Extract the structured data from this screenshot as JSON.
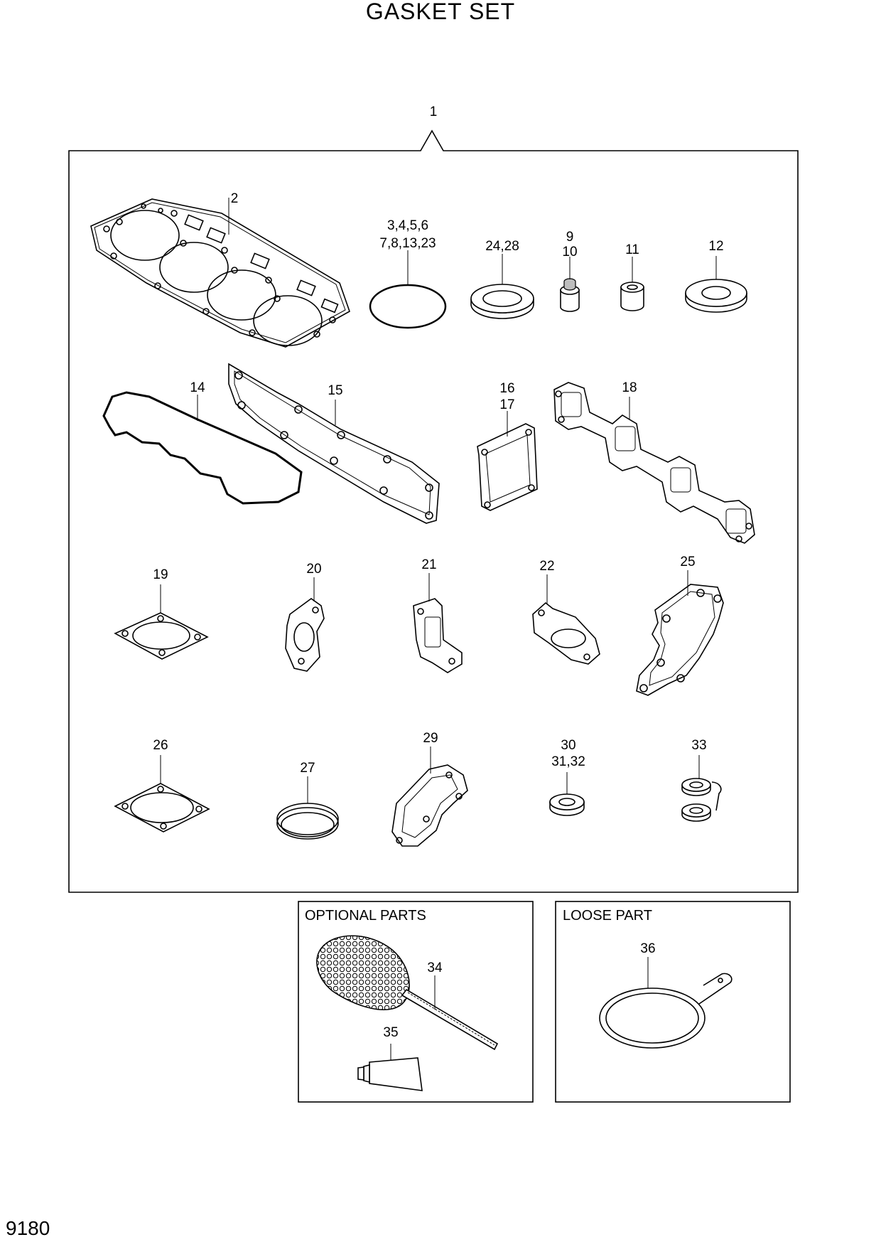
{
  "title": "GASKET SET",
  "page_number": "9180",
  "callouts": {
    "c1": "1",
    "c2": "2",
    "c3_6": "3,4,5,6",
    "c7_23": "7,8,13,23",
    "c24_28": "24,28",
    "c9": "9",
    "c10": "10",
    "c11": "11",
    "c12": "12",
    "c14": "14",
    "c15": "15",
    "c16": "16",
    "c17": "17",
    "c18": "18",
    "c19": "19",
    "c20": "20",
    "c21": "21",
    "c22": "22",
    "c25": "25",
    "c26": "26",
    "c27": "27",
    "c29": "29",
    "c30": "30",
    "c31_32": "31,32",
    "c33": "33",
    "c34": "34",
    "c35": "35",
    "c36": "36"
  },
  "optional_box": {
    "header": "OPTIONAL PARTS"
  },
  "loose_box": {
    "header": "LOOSE PART"
  }
}
